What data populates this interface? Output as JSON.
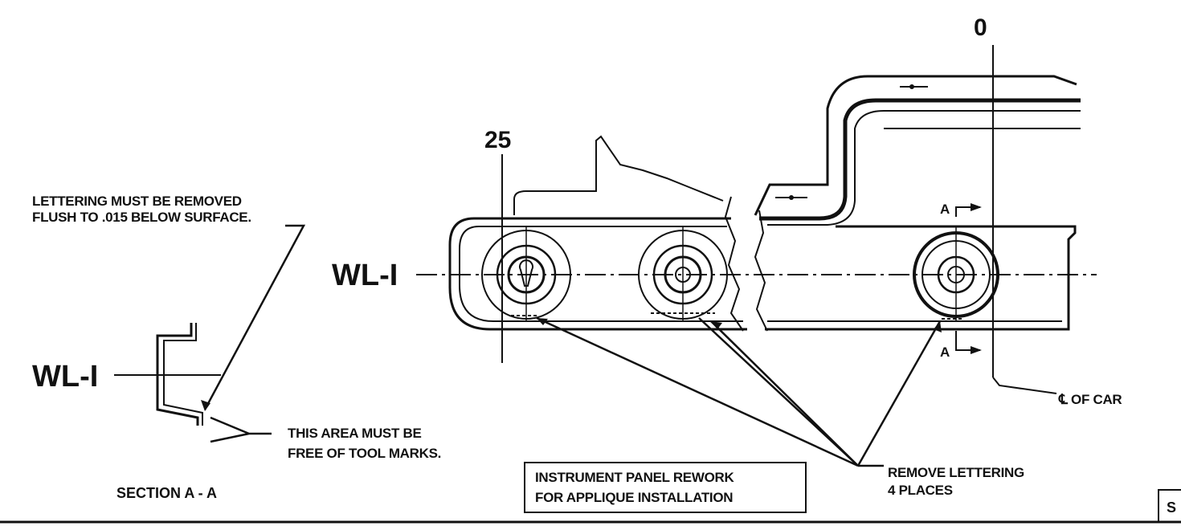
{
  "labels": {
    "zero_station": "0",
    "station_25": "25",
    "wl_main": "WL-I",
    "wl_section": "WL-I",
    "section_a_top": "A",
    "section_a_bottom": "A",
    "centerline_of_car": "℄ OF CAR",
    "lettering_note_line1": "LETTERING MUST BE REMOVED",
    "lettering_note_line2": "FLUSH TO .015 BELOW SURFACE.",
    "tool_marks_line1": "THIS AREA MUST BE",
    "tool_marks_line2": "FREE OF TOOL MARKS.",
    "section_title": "SECTION A - A",
    "box_title_line1": "INSTRUMENT PANEL REWORK",
    "box_title_line2": "FOR APPLIQUE INSTALLATION",
    "remove_line1": "REMOVE LETTERING",
    "remove_line2": "4 PLACES",
    "corner_fragment": "S"
  }
}
